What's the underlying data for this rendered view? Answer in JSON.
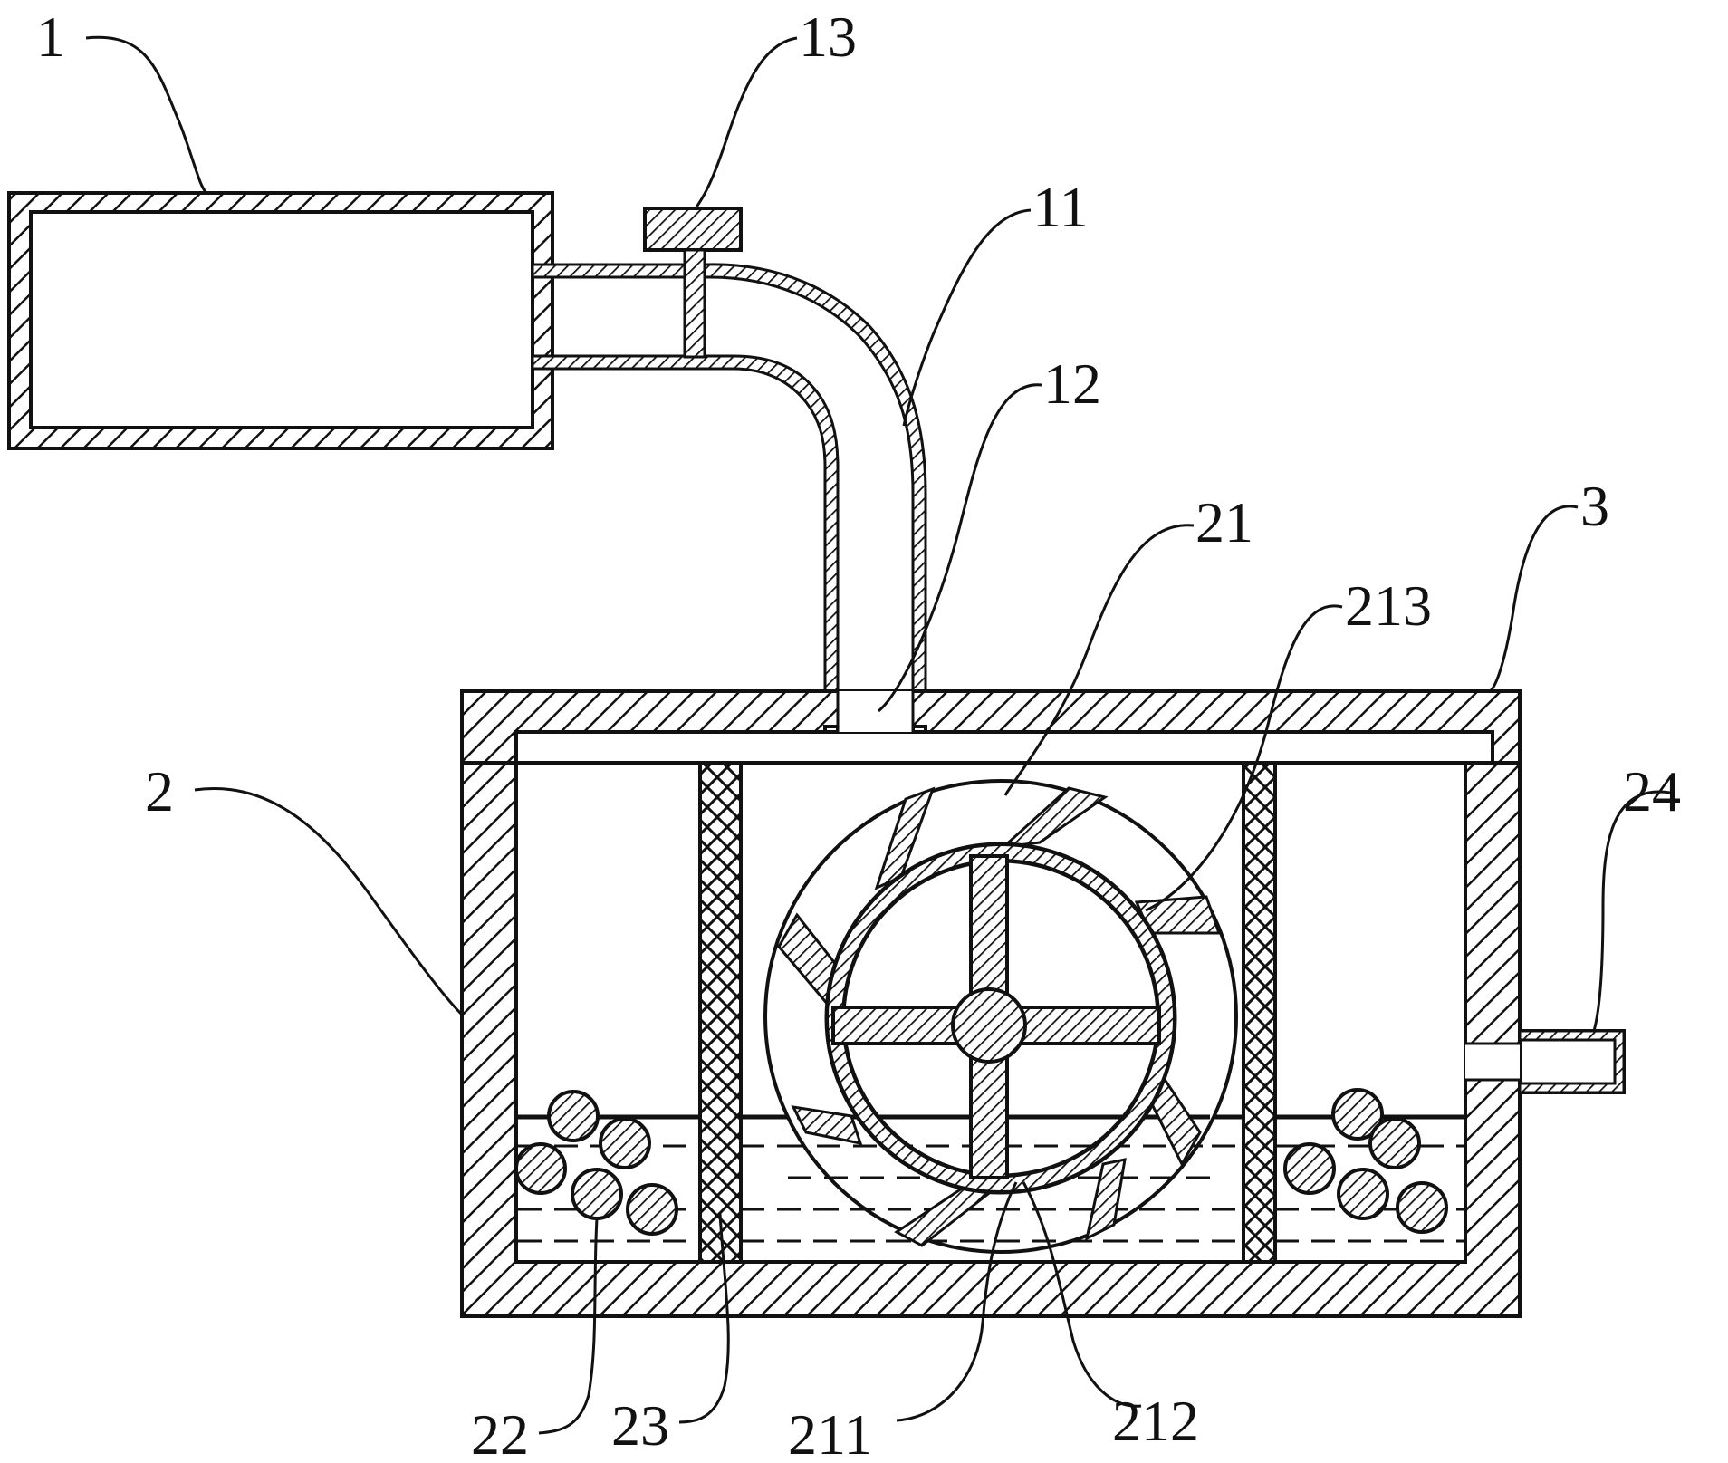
{
  "labels": {
    "l1": "1",
    "l2": "2",
    "l3": "3",
    "l11": "11",
    "l12": "12",
    "l13": "13",
    "l21": "21",
    "l22": "22",
    "l23": "23",
    "l24": "24",
    "l211": "211",
    "l212": "212",
    "l213": "213"
  }
}
